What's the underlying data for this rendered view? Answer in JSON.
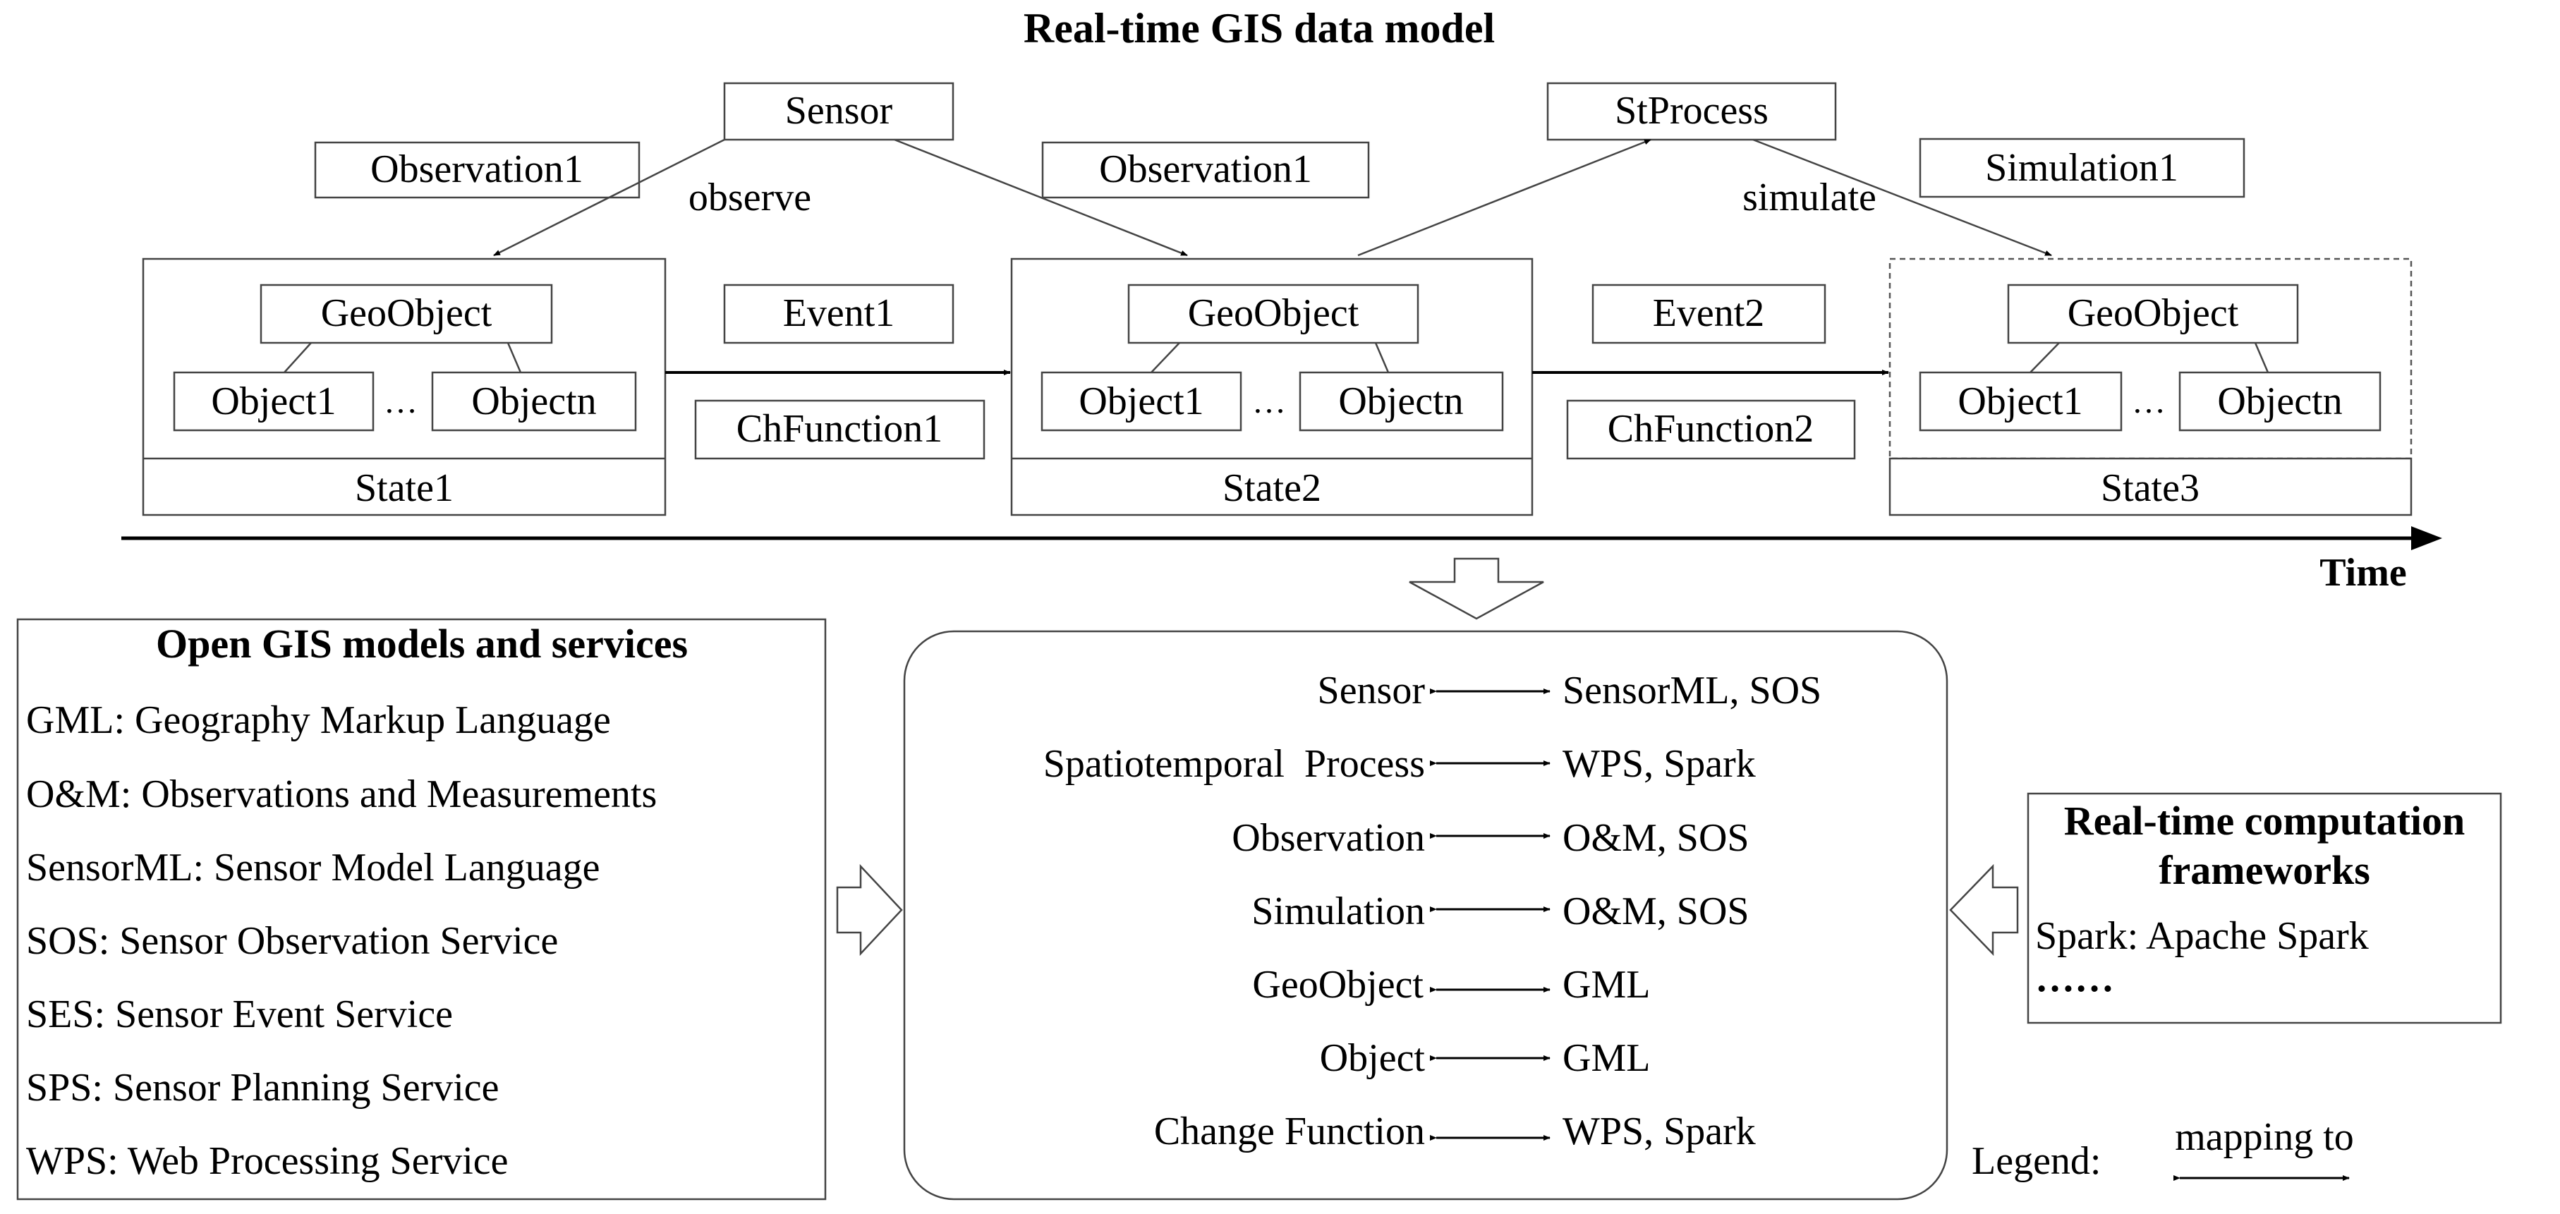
{
  "title": "Real-time GIS data model",
  "top": {
    "sensor": "Sensor",
    "stprocess": "StProcess",
    "observation_left": "Observation1",
    "observation_right": "Observation1",
    "simulation": "Simulation1",
    "observe_label": "observe",
    "simulate_label": "simulate",
    "event1": "Event1",
    "event2": "Event2",
    "chfunction1": "ChFunction1",
    "chfunction2": "ChFunction2",
    "states": [
      {
        "geoobject": "GeoObject",
        "object1": "Object1",
        "ellipsis": "…",
        "objectn": "Objectn",
        "label": "State1"
      },
      {
        "geoobject": "GeoObject",
        "object1": "Object1",
        "ellipsis": "…",
        "objectn": "Objectn",
        "label": "State2"
      },
      {
        "geoobject": "GeoObject",
        "object1": "Object1",
        "ellipsis": "…",
        "objectn": "Objectn",
        "label": "State3"
      }
    ],
    "time_label": "Time"
  },
  "open_gis": {
    "title": "Open GIS models and services",
    "items": [
      "GML: Geography Markup Language",
      "O&M: Observations and Measurements",
      "SensorML: Sensor Model Language",
      "SOS: Sensor Observation Service",
      "SES: Sensor Event Service",
      "SPS: Sensor Planning Service",
      "WPS: Web Processing Service"
    ]
  },
  "mapping": {
    "rows": [
      {
        "left": "Sensor",
        "right": "SensorML, SOS"
      },
      {
        "left": "Spatiotemporal  Process",
        "right": "WPS, Spark"
      },
      {
        "left": "Observation",
        "right": "O&M, SOS"
      },
      {
        "left": "Simulation",
        "right": "O&M, SOS"
      },
      {
        "left": "GeoObject",
        "right": "GML"
      },
      {
        "left": "Object",
        "right": "GML"
      },
      {
        "left": "Change Function",
        "right": "WPS, Spark"
      }
    ]
  },
  "realtime": {
    "title_line1": "Real-time computation",
    "title_line2": "frameworks",
    "items": [
      "Spark: Apache Spark",
      "……"
    ]
  },
  "legend": {
    "label": "Legend:",
    "mapping_label": "mapping to"
  }
}
